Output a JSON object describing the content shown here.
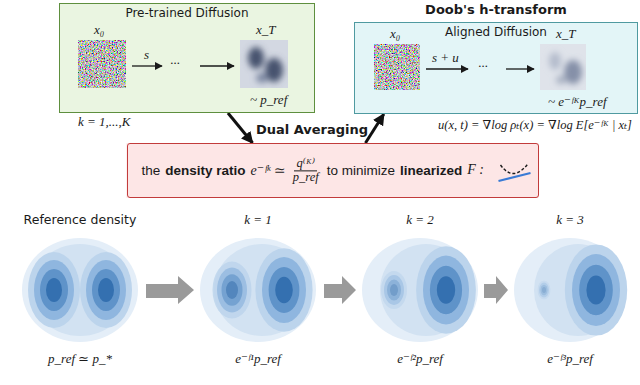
{
  "diagram": {
    "nodes": [
      {
        "text": [
          "Pre-trained Diffusion"
        ]
      },
      {
        "text": [
          "Doob's h-transform",
          "Aligned Diffusion"
        ]
      },
      {
        "text": [
          "the",
          "density ratio",
          "e⁻ᶠᵏ ≃",
          "q⁽ᴷ⁾",
          "p_ref",
          "to minimize",
          "linearized",
          "F :"
        ]
      }
    ],
    "edges": [
      {
        "from": 0,
        "to": 2,
        "arrow": "to"
      },
      {
        "from": 2,
        "to": 1,
        "arrow": "to"
      }
    ],
    "labels": [
      "k = 1,...,K",
      "Dual Averaging",
      "u(x, t) = ∇log ρₜ(x) = ∇log E[e⁻ᶠᴷ | xₜ]",
      "x₀",
      "s",
      "···",
      "x_T",
      "~ p_ref",
      "x₀",
      "s + u",
      "···",
      "x_T",
      "~ e⁻ᶠᴷp_ref",
      "Reference density",
      "k = 1",
      "k = 2",
      "k = 3",
      "p_ref ≃ p_*",
      "e⁻ᶠ¹p_ref",
      "e⁻ᶠ²p_ref",
      "e⁻ᶠ³p_ref"
    ]
  }
}
